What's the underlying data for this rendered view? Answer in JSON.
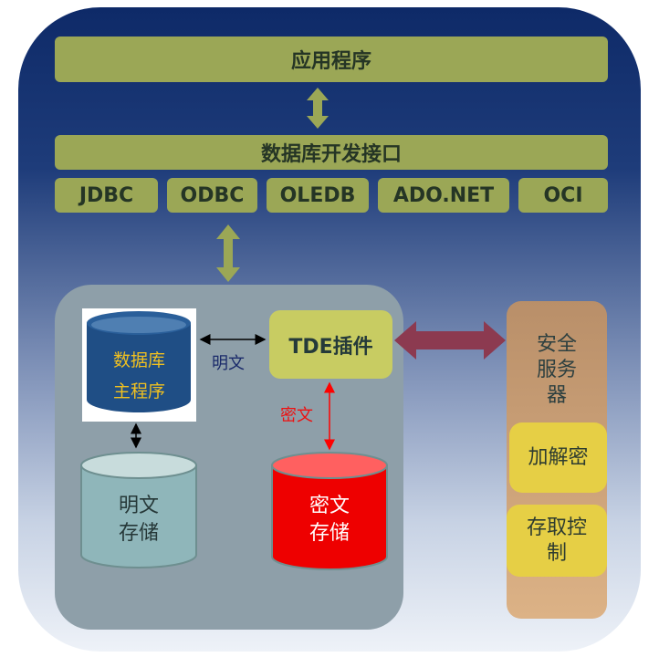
{
  "application": "应用程序",
  "db_api": "数据库开发接口",
  "apis": [
    "JDBC",
    "ODBC",
    "OLEDB",
    "ADO.NET",
    "OCI"
  ],
  "db_main": {
    "line1": "数据库",
    "line2": "主程序"
  },
  "plaintext_label": "明文",
  "ciphertext_label": "密文",
  "tde_plugin": "TDE插件",
  "plain_storage": {
    "line1": "明文",
    "line2": "存储"
  },
  "cipher_storage": {
    "line1": "密文",
    "line2": "存储"
  },
  "security_server": {
    "line1": "安全",
    "line2": "服务",
    "line3": "器",
    "encrypt": "加解密",
    "access1": "存取控",
    "access2": "制"
  },
  "colors": {
    "bar": "#9ba756",
    "db": "#1f4e85",
    "tde": "#c8cc62",
    "red": "#ff0000",
    "arrow": "#8c3a50"
  }
}
